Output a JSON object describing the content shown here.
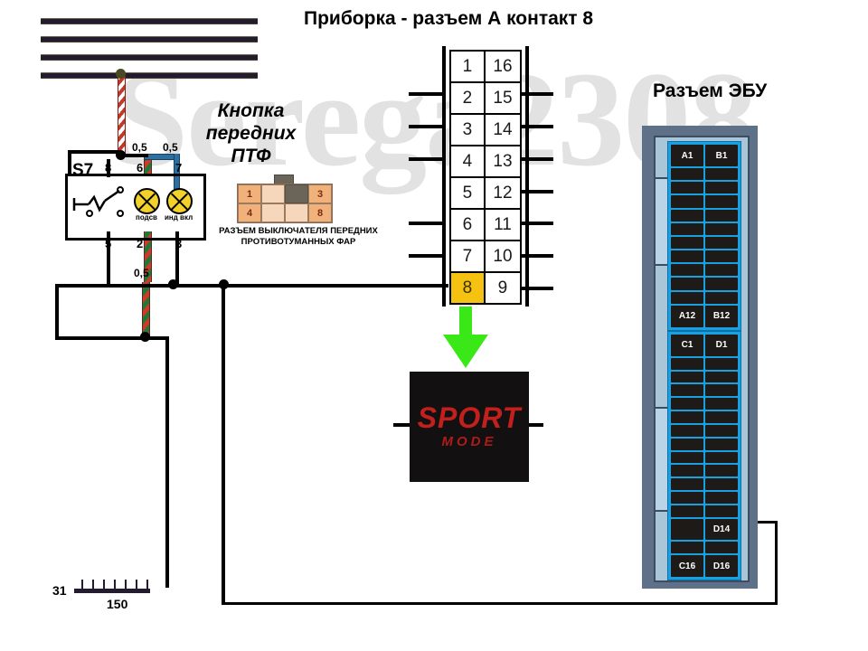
{
  "watermark": {
    "text": "Serega2308"
  },
  "titles": {
    "main": "Приборка - разъем А контакт 8",
    "ecu": "Разъем ЭБУ",
    "button": "Кнопка передних ПТФ"
  },
  "switch": {
    "designation": "S7",
    "top_pins": [
      "8",
      "6",
      "7"
    ],
    "bottom_pins": [
      "5",
      "2",
      "3"
    ],
    "lamp_labels": [
      "подсв",
      "инд вкл"
    ]
  },
  "wire_gauges": {
    "red_white": "0,5",
    "blue": "0,5",
    "red_green": "0,5"
  },
  "fog_connector": {
    "caption": "РАЗЪЕМ ВЫКЛЮЧАТЕЛЯ ПЕРЕДНИХ ПРОТИВОТУМАННЫХ ФАР",
    "top_row": [
      "1",
      "",
      "",
      "3"
    ],
    "bottom_row": [
      "4",
      "",
      "",
      "8"
    ]
  },
  "instrument_connector": {
    "rows": [
      {
        "left": "1",
        "right": "16"
      },
      {
        "left": "2",
        "right": "15"
      },
      {
        "left": "3",
        "right": "14"
      },
      {
        "left": "4",
        "right": "13"
      },
      {
        "left": "5",
        "right": "12"
      },
      {
        "left": "6",
        "right": "11"
      },
      {
        "left": "7",
        "right": "10"
      },
      {
        "left": "8",
        "right": "9"
      }
    ],
    "highlighted_pin": "8"
  },
  "ecu_connector": {
    "block_ab": {
      "top_left": "A1",
      "top_right": "B1",
      "bottom_left": "A12",
      "bottom_right": "B12",
      "rows": 12
    },
    "block_cd": {
      "top_left": "C1",
      "top_right": "D1",
      "bottom_left": "C16",
      "bottom_right": "D16",
      "rows": 16,
      "marked_pin": "D14"
    }
  },
  "sport_panel": {
    "line1": "SPORT",
    "line2": "MODE"
  },
  "ground": {
    "code": "31",
    "number": "150"
  },
  "colors": {
    "highlight_pin": "#f5c211",
    "arrow_green": "#3ae817",
    "sport_red": "#c2201d",
    "ecu_blue": "#1a9fe0",
    "ecu_body": "#5f7189"
  }
}
